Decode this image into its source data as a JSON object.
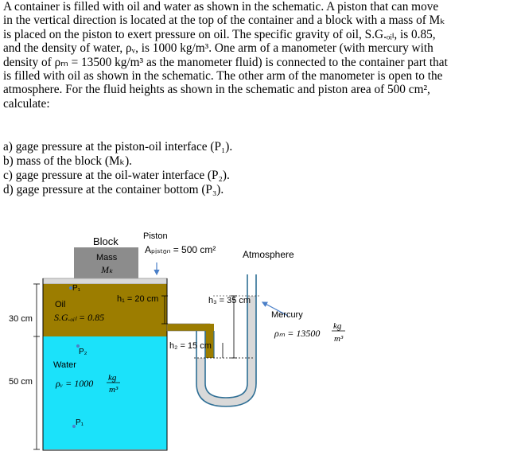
{
  "problem": {
    "paragraph_lines": [
      "A container is filled with oil and water as shown in the schematic.  A piston that can move",
      "in the vertical direction is located at the top of the container and a block with a mass of Mₖ",
      "is placed on the piston to exert pressure on oil.  The specific gravity of oil, S.G.ₒᵢₗ, is 0.85,",
      "and the density of water, ρᵥ, is 1000 kg/m³.  One arm of a manometer (with mercury with",
      "density of ρₘ = 13500 kg/m³ as the manometer fluid) is connected to the container part that",
      "is filled with oil as shown in the schematic.  The other arm of the manometer is open to the",
      "atmosphere.  For the fluid heights as shown in the schematic and piston area of 500 cm²,",
      "calculate:"
    ],
    "questions": [
      "a) gage pressure at the piston-oil interface (P₁).",
      "b) mass of the block (Mₖ).",
      "c) gage pressure at the oil-water interface (P₂).",
      "d) gage pressure at the container bottom (P₃)."
    ]
  },
  "schematic": {
    "block_label": "Block",
    "mass_label": "Mass",
    "mass_symbol": "Mₖ",
    "piston_label": "Piston",
    "piston_area": "Aₚᵢₛₜₒₙ = 500 cm²",
    "atmosphere_label": "Atmosphere",
    "p1_label": "P₁",
    "p2_label": "P₂",
    "p3_label": "P₁",
    "oil_label": "Oil",
    "oil_sg": "S.G.ₒᵢₗ = 0.85",
    "water_label": "Water",
    "water_rho": "ρᵥ = 1000",
    "water_unit_num": "kg",
    "water_unit_den": "m³",
    "height_30": "30 cm",
    "height_50": "50 cm",
    "h1": "h₁ = 20 cm",
    "h2": "h₂ = 15 cm",
    "h3": "h₃ = 35 cm",
    "mercury_label": "Mercury",
    "mercury_rho": "ρₘ = 13500",
    "mercury_unit_num": "kg",
    "mercury_unit_den": "m³",
    "colors": {
      "oil": "#9c7d00",
      "water": "#1be2fa",
      "block": "#8c8c8c",
      "piston": "#d9d9d9",
      "mercury": "#d9d9d9",
      "tube": "#2f6f95",
      "arrow": "#4a7fc8"
    }
  }
}
